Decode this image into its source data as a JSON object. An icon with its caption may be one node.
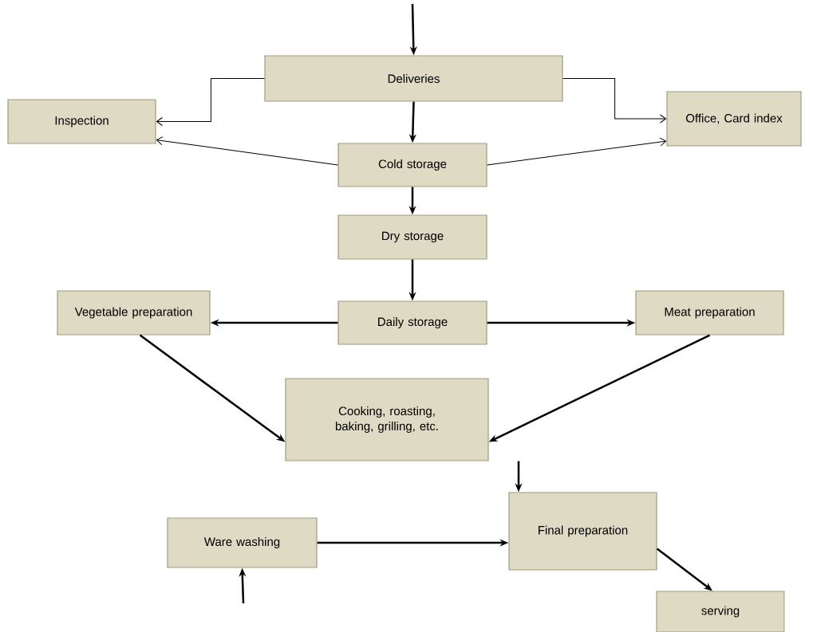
{
  "diagram": {
    "nodes": [
      {
        "text": [
          "Deliveries"
        ]
      },
      {
        "text": [
          "Inspection"
        ]
      },
      {
        "text": [
          "Office, Card index"
        ]
      },
      {
        "text": [
          "Cold storage"
        ]
      },
      {
        "text": [
          "Dry storage"
        ]
      },
      {
        "text": [
          "Vegetable preparation"
        ]
      },
      {
        "text": [
          "Daily storage"
        ]
      },
      {
        "text": [
          "Meat preparation"
        ]
      },
      {
        "text": [
          "Cooking, roasting, baking, grilling, etc."
        ]
      },
      {
        "text": [
          "Ware washing"
        ]
      },
      {
        "text": [
          "Final preparation"
        ]
      },
      {
        "text": [
          "serving"
        ]
      }
    ],
    "edges": [
      {
        "from": null,
        "to": 0,
        "arrow": "to"
      },
      {
        "from": 0,
        "to": 1,
        "arrow": "to"
      },
      {
        "from": 0,
        "to": 2,
        "arrow": "to"
      },
      {
        "from": 0,
        "to": 3,
        "arrow": "to"
      },
      {
        "from": 3,
        "to": 1,
        "arrow": "to"
      },
      {
        "from": 3,
        "to": 2,
        "arrow": "to"
      },
      {
        "from": 3,
        "to": 4,
        "arrow": "to"
      },
      {
        "from": 4,
        "to": 6,
        "arrow": "to"
      },
      {
        "from": 6,
        "to": 5,
        "arrow": "to"
      },
      {
        "from": 6,
        "to": 7,
        "arrow": "to"
      },
      {
        "from": 5,
        "to": 8,
        "arrow": "to"
      },
      {
        "from": 7,
        "to": 8,
        "arrow": "to"
      },
      {
        "from": 8,
        "to": 10,
        "arrow": "to"
      },
      {
        "from": 9,
        "to": 10,
        "arrow": "to"
      },
      {
        "from": null,
        "to": 9,
        "arrow": "to"
      },
      {
        "from": 10,
        "to": 11,
        "arrow": "to"
      }
    ]
  }
}
